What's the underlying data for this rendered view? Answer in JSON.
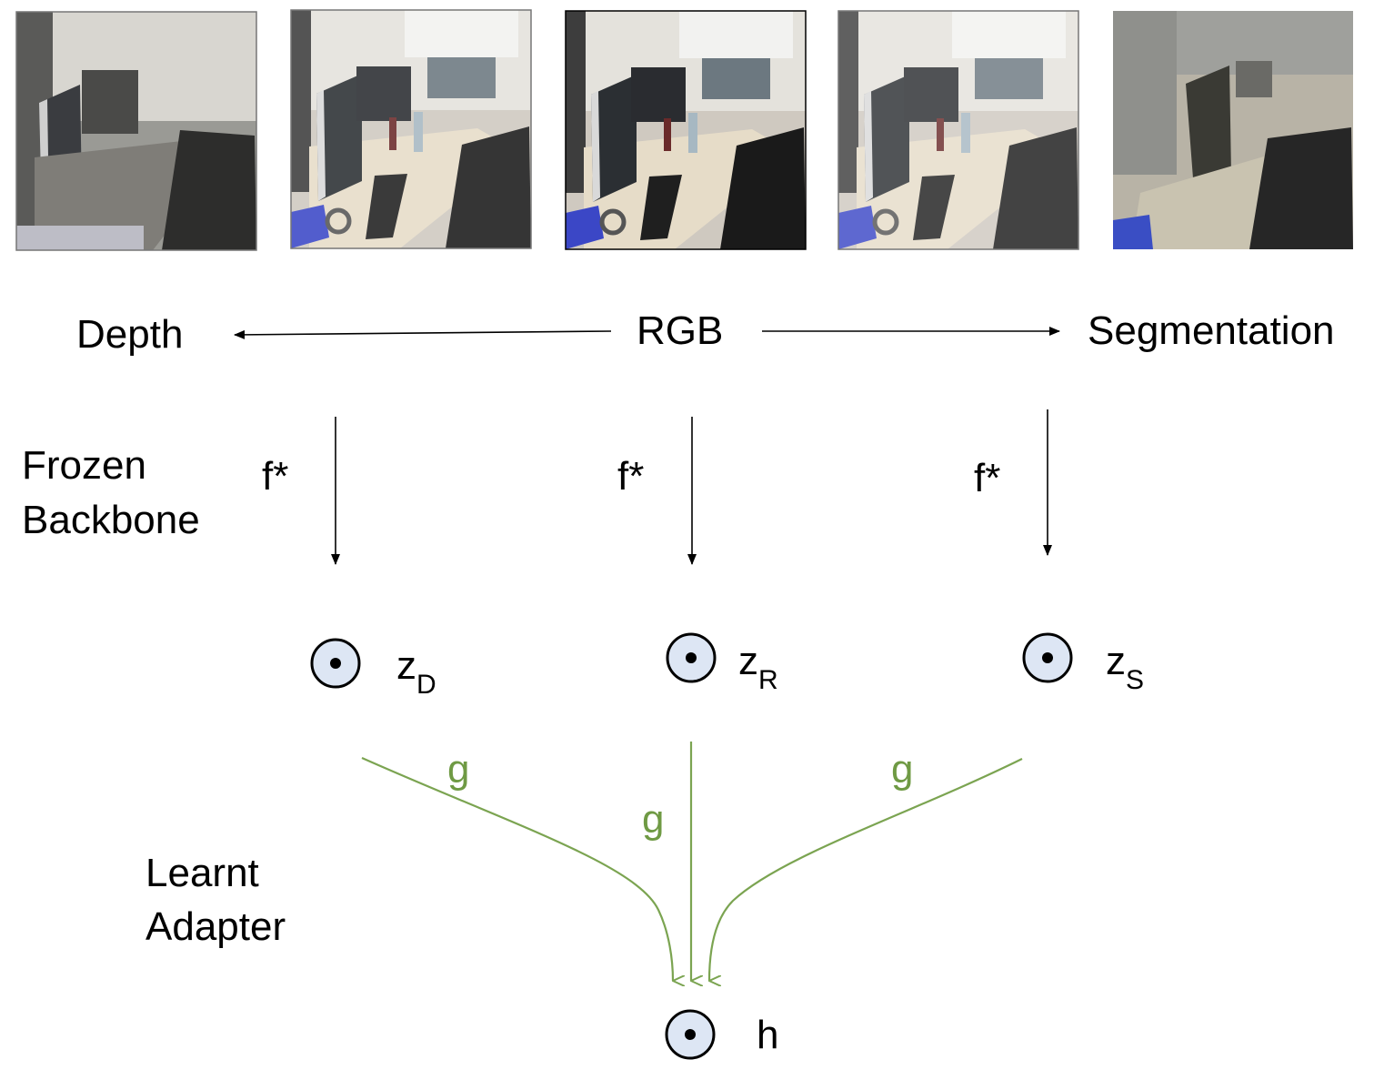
{
  "labels": {
    "depth": "Depth",
    "rgb": "RGB",
    "segmentation": "Segmentation",
    "frozen_backbone_line1": "Frozen",
    "frozen_backbone_line2": "Backbone",
    "learnt_adapter_line1": "Learnt",
    "learnt_adapter_line2": "Adapter",
    "f_depth": "f*",
    "f_rgb": "f*",
    "f_seg": "f*",
    "g_depth": "g",
    "g_rgb": "g",
    "g_seg": "g",
    "z_base": "z",
    "z_depth_sub": "D",
    "z_rgb_sub": "R",
    "z_seg_sub": "S",
    "h": "h"
  },
  "colors": {
    "adapter_arrow": "#7ba451",
    "adapter_text": "#6f9a44",
    "node_fill": "#dde6f4",
    "node_stroke": "#000000",
    "arrow": "#000000"
  },
  "images": [
    {
      "name": "depth-image",
      "style": "depth"
    },
    {
      "name": "rgb-variant-1",
      "style": "rgb-faded"
    },
    {
      "name": "rgb-original",
      "style": "rgb"
    },
    {
      "name": "rgb-variant-2",
      "style": "rgb-faded"
    },
    {
      "name": "segmentation-image",
      "style": "segmentation"
    }
  ]
}
